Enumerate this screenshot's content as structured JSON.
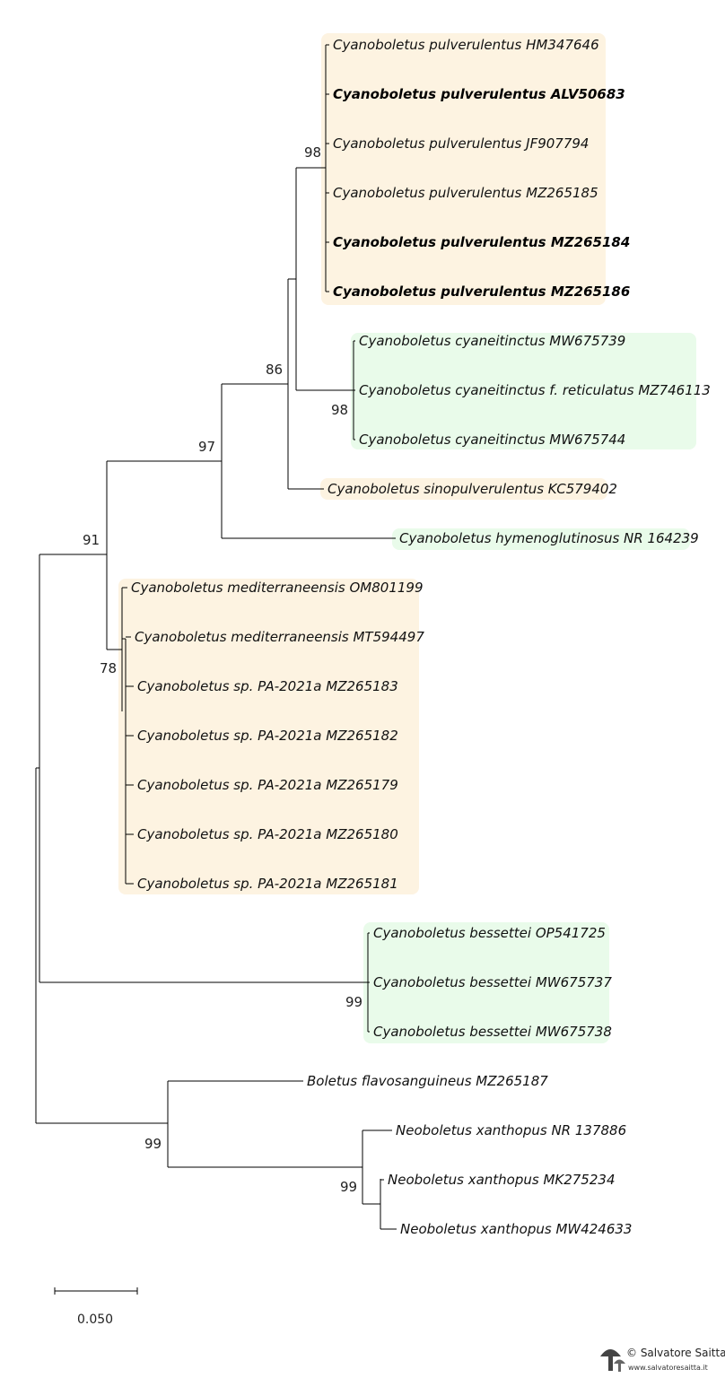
{
  "colors": {
    "orange_box": "#fdf3e1",
    "green_box": "#e9fbea",
    "branch": "#000000"
  },
  "taxa": [
    {
      "id": "t1",
      "label": "Cyanoboletus pulverulentus HM347646",
      "bold": false
    },
    {
      "id": "t2",
      "label": "Cyanoboletus pulverulentus ALV50683",
      "bold": true
    },
    {
      "id": "t3",
      "label": "Cyanoboletus pulverulentus JF907794",
      "bold": false
    },
    {
      "id": "t4",
      "label": "Cyanoboletus pulverulentus MZ265185",
      "bold": false
    },
    {
      "id": "t5",
      "label": "Cyanoboletus pulverulentus MZ265184",
      "bold": true
    },
    {
      "id": "t6",
      "label": "Cyanoboletus pulverulentus MZ265186",
      "bold": true
    },
    {
      "id": "t7",
      "label": "Cyanoboletus cyaneitinctus MW675739",
      "bold": false
    },
    {
      "id": "t8",
      "label": "Cyanoboletus cyaneitinctus f. reticulatus MZ746113",
      "bold": false
    },
    {
      "id": "t9",
      "label": "Cyanoboletus cyaneitinctus MW675744",
      "bold": false
    },
    {
      "id": "t10",
      "label": "Cyanoboletus sinopulverulentus KC579402",
      "bold": false
    },
    {
      "id": "t11",
      "label": "Cyanoboletus hymenoglutinosus NR 164239",
      "bold": false
    },
    {
      "id": "t12",
      "label": "Cyanoboletus mediterraneensis OM801199",
      "bold": false
    },
    {
      "id": "t13",
      "label": "Cyanoboletus mediterraneensis MT594497",
      "bold": false
    },
    {
      "id": "t14",
      "label": "Cyanoboletus sp. PA-2021a MZ265183",
      "bold": false
    },
    {
      "id": "t15",
      "label": "Cyanoboletus sp. PA-2021a MZ265182",
      "bold": false
    },
    {
      "id": "t16",
      "label": "Cyanoboletus sp. PA-2021a MZ265179",
      "bold": false
    },
    {
      "id": "t17",
      "label": "Cyanoboletus sp. PA-2021a MZ265180",
      "bold": false
    },
    {
      "id": "t18",
      "label": "Cyanoboletus sp. PA-2021a MZ265181",
      "bold": false
    },
    {
      "id": "t19",
      "label": "Cyanoboletus bessettei OP541725",
      "bold": false
    },
    {
      "id": "t20",
      "label": "Cyanoboletus bessettei MW675737",
      "bold": false
    },
    {
      "id": "t21",
      "label": "Cyanoboletus bessettei MW675738",
      "bold": false
    },
    {
      "id": "t22",
      "label": "Boletus flavosanguineus MZ265187",
      "bold": false
    },
    {
      "id": "t23",
      "label": "Neoboletus xanthopus NR 137886",
      "bold": false
    },
    {
      "id": "t24",
      "label": "Neoboletus xanthopus MK275234",
      "bold": false
    },
    {
      "id": "t25",
      "label": "Neoboletus xanthopus MW424633",
      "bold": false
    }
  ],
  "clades": [
    {
      "id": "pulverulentus",
      "color": "orange",
      "taxa": [
        "t1",
        "t2",
        "t3",
        "t4",
        "t5",
        "t6"
      ]
    },
    {
      "id": "cyaneitinctus",
      "color": "green",
      "taxa": [
        "t7",
        "t8",
        "t9"
      ]
    },
    {
      "id": "sinopulverulentus",
      "color": "orange",
      "taxa": [
        "t10"
      ]
    },
    {
      "id": "hymenoglutinosus",
      "color": "green",
      "taxa": [
        "t11"
      ]
    },
    {
      "id": "mediterraneensis",
      "color": "orange",
      "taxa": [
        "t12",
        "t13",
        "t14",
        "t15",
        "t16",
        "t17",
        "t18"
      ]
    },
    {
      "id": "bessettei",
      "color": "green",
      "taxa": [
        "t19",
        "t20",
        "t21"
      ]
    }
  ],
  "bootstrap": [
    {
      "node": "pulverulentus",
      "value": "98"
    },
    {
      "node": "cyaneitinctus",
      "value": "98"
    },
    {
      "node": "pulverulentus-cyaneitinctus-sino",
      "value": "86"
    },
    {
      "node": "pulverulentus-to-hymenoglutinosus",
      "value": "97"
    },
    {
      "node": "core-cyanoboletus",
      "value": "91"
    },
    {
      "node": "mediterraneensis",
      "value": "78"
    },
    {
      "node": "bessettei",
      "value": "99"
    },
    {
      "node": "outgroup",
      "value": "99"
    },
    {
      "node": "neoboletus",
      "value": "99"
    }
  ],
  "scale_bar": {
    "label": "0.050"
  },
  "watermark": {
    "text": "© Salvatore Saitta",
    "url": "www.salvatoresaitta.it"
  }
}
